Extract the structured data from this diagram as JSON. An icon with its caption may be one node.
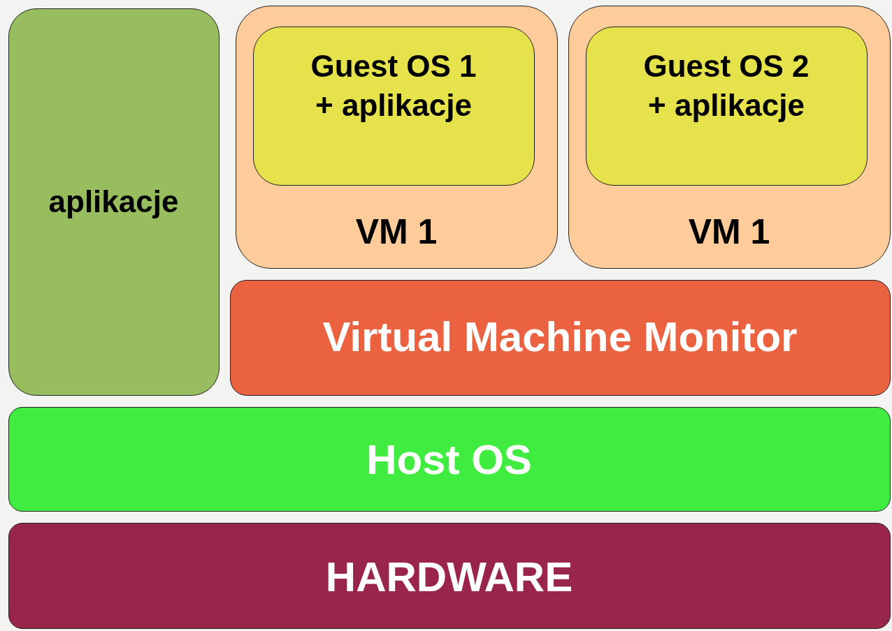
{
  "diagram": {
    "nodes": [
      {
        "text": [
          "aplikacje"
        ]
      },
      {
        "text": [
          "VM 1"
        ]
      },
      {
        "text": [
          "Guest OS 1 + aplikacje"
        ],
        "in": 1
      },
      {
        "text": [
          "VM 1"
        ]
      },
      {
        "text": [
          "Guest OS 2 + aplikacje"
        ],
        "in": 3
      },
      {
        "text": [
          "Virtual Machine Monitor"
        ]
      },
      {
        "text": [
          "Host OS"
        ]
      },
      {
        "text": [
          "HARDWARE"
        ]
      }
    ]
  }
}
